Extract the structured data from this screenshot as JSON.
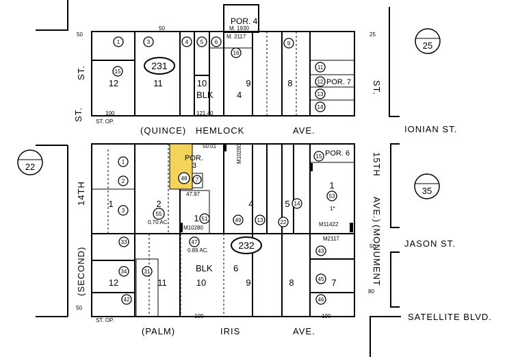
{
  "streets": {
    "quince": "(QUINCE)",
    "hemlock": "HEMLOCK",
    "hemlock_suffix": "AVE.",
    "palm": "(PALM)",
    "iris": "IRIS",
    "iris_suffix": "AVE.",
    "ionian": "IONIAN ST.",
    "jason": "JASON ST.",
    "satellite": "SATELLITE BLVD.",
    "fourteenth": "14TH",
    "second": "(SECOND)",
    "st_left_top": "ST.",
    "st_left_bottom": "ST.",
    "st_right_top": "ST.",
    "fifteenth": "15TH",
    "monument": "(MONUMENT",
    "ave_right": "AVE.)",
    "st_op_top": "ST. OP.",
    "st_op_bottom": "ST. OP."
  },
  "pages": {
    "p231": "231",
    "p232": "232",
    "p25": "25",
    "p22": "22",
    "p35": "35"
  },
  "block4": {
    "label": "BLK",
    "number": "4",
    "por4": "POR. 4",
    "m1930": "M. 1930",
    "m2117": "M. 2117",
    "por7": "POR. 7",
    "lots": [
      "12",
      "11",
      "10",
      "9",
      "8"
    ],
    "parcels": [
      "1",
      "3",
      "4",
      "5",
      "6",
      "16",
      "9",
      "11",
      "12",
      "13",
      "14",
      "15"
    ]
  },
  "block6": {
    "label": "BLK",
    "number": "6",
    "por": "POR.",
    "por_num": "3",
    "por6": "POR. 6",
    "lots": [
      "1",
      "2",
      "1",
      "4",
      "5",
      "1",
      "7",
      "12",
      "11",
      "10",
      "9",
      "8"
    ],
    "parcels": [
      "1",
      "2",
      "3",
      "7",
      "48",
      "55",
      "51",
      "49",
      "13",
      "22",
      "14",
      "15",
      "53",
      "33",
      "34",
      "31",
      "42",
      "47",
      "43",
      "45",
      "46"
    ],
    "ac1": "0.70 AC.",
    "ac2": "0.89 AC.",
    "m10280a": "M10280",
    "m10280b": "M10280",
    "m11422": "M11422",
    "m2117": "M2117",
    "star": "1*"
  }
}
